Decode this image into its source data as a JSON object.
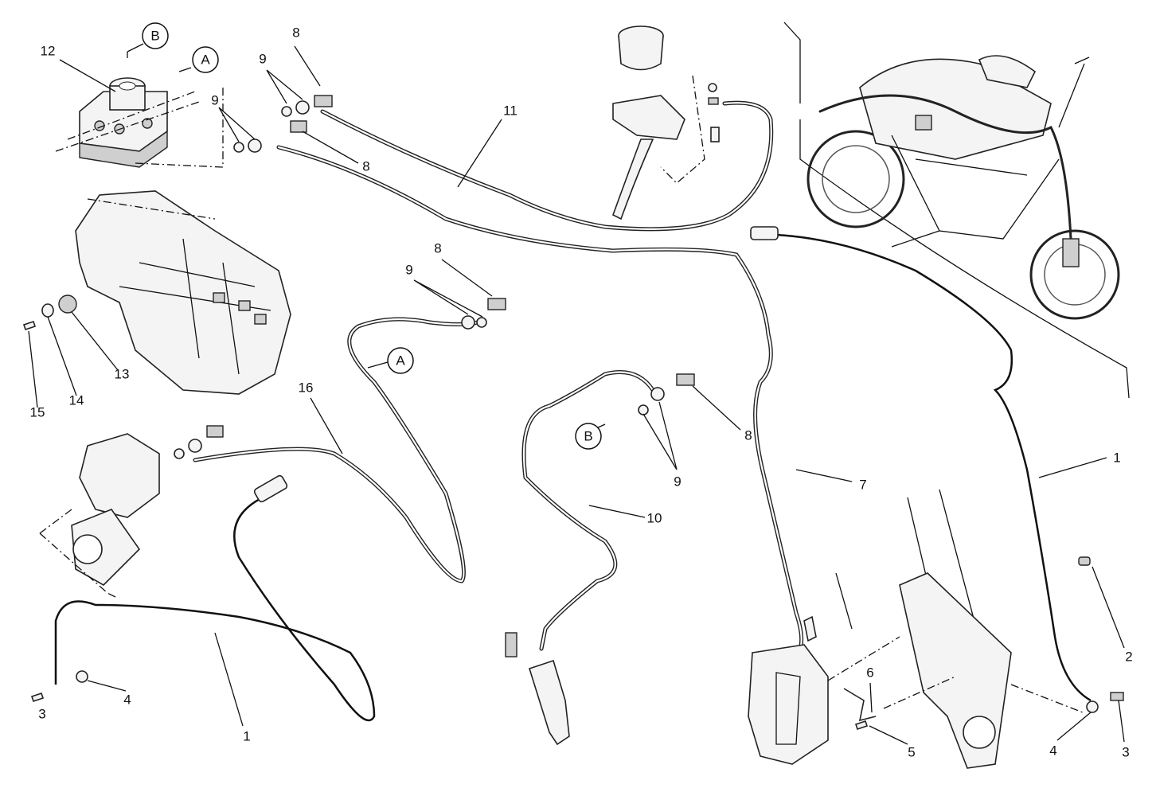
{
  "diagram": {
    "title": "ABS brake lines exploded parts diagram",
    "callouts": {
      "c12": "12",
      "refB1": "B",
      "refA1": "A",
      "c8a": "8",
      "c9a": "9",
      "c9b": "9",
      "c8b": "8",
      "c11": "11",
      "c8c": "8",
      "c9c": "9",
      "refA2": "A",
      "c16": "16",
      "c15": "15",
      "c14": "14",
      "c13": "13",
      "refB2": "B",
      "c8d": "8",
      "c9d": "9",
      "c7": "7",
      "c1a": "1",
      "c10": "10",
      "c2": "2",
      "c6": "6",
      "c3a": "3",
      "c4a": "4",
      "c1b": "1",
      "c5": "5",
      "c4b": "4",
      "c3b": "3"
    }
  }
}
